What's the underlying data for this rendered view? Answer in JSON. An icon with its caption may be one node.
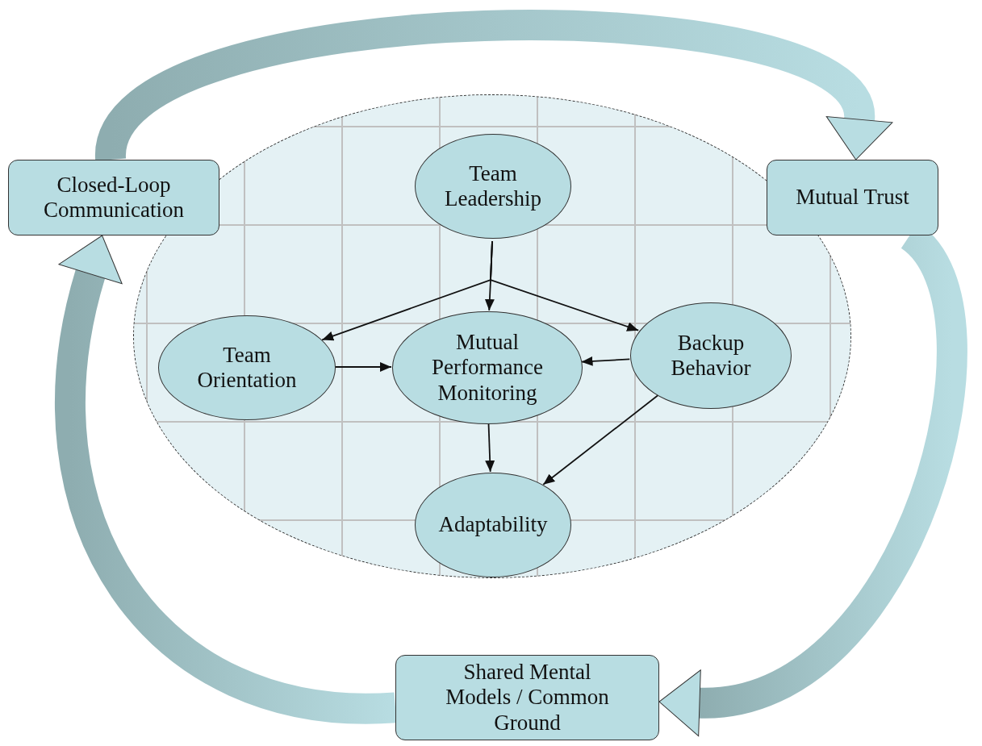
{
  "diagram": {
    "nodes": [
      {
        "text": [
          "Closed-Loop Communication"
        ]
      },
      {
        "text": [
          "Mutual Trust"
        ]
      },
      {
        "text": [],
        "shape": "ellipse"
      },
      {
        "text": [
          "Team Leadership"
        ],
        "in": 2
      },
      {
        "text": [
          "Team Orientation"
        ],
        "in": 2
      },
      {
        "text": [
          "Mutual Performance Monitoring"
        ],
        "in": 2
      },
      {
        "text": [
          "Backup Behavior"
        ],
        "in": 2
      },
      {
        "text": [
          "Adaptability"
        ],
        "in": 2
      },
      {
        "text": [
          "Shared Mental Models / Common Ground"
        ]
      }
    ],
    "edges": [
      {
        "from": 0,
        "to": 1,
        "arrow": "to",
        "style": "thick"
      },
      {
        "from": 1,
        "to": 8,
        "arrow": "to",
        "style": "thick"
      },
      {
        "from": 8,
        "to": 0,
        "arrow": "to",
        "style": "thick"
      },
      {
        "from": 3,
        "to": 4,
        "arrow": "to"
      },
      {
        "from": 3,
        "to": 5,
        "arrow": "to"
      },
      {
        "from": 3,
        "to": 6,
        "arrow": "to"
      },
      {
        "from": 4,
        "to": 5,
        "arrow": "to"
      },
      {
        "from": 6,
        "to": 5,
        "arrow": "to"
      },
      {
        "from": 5,
        "to": 7,
        "arrow": "to"
      },
      {
        "from": 6,
        "to": 7,
        "arrow": "to"
      }
    ]
  }
}
